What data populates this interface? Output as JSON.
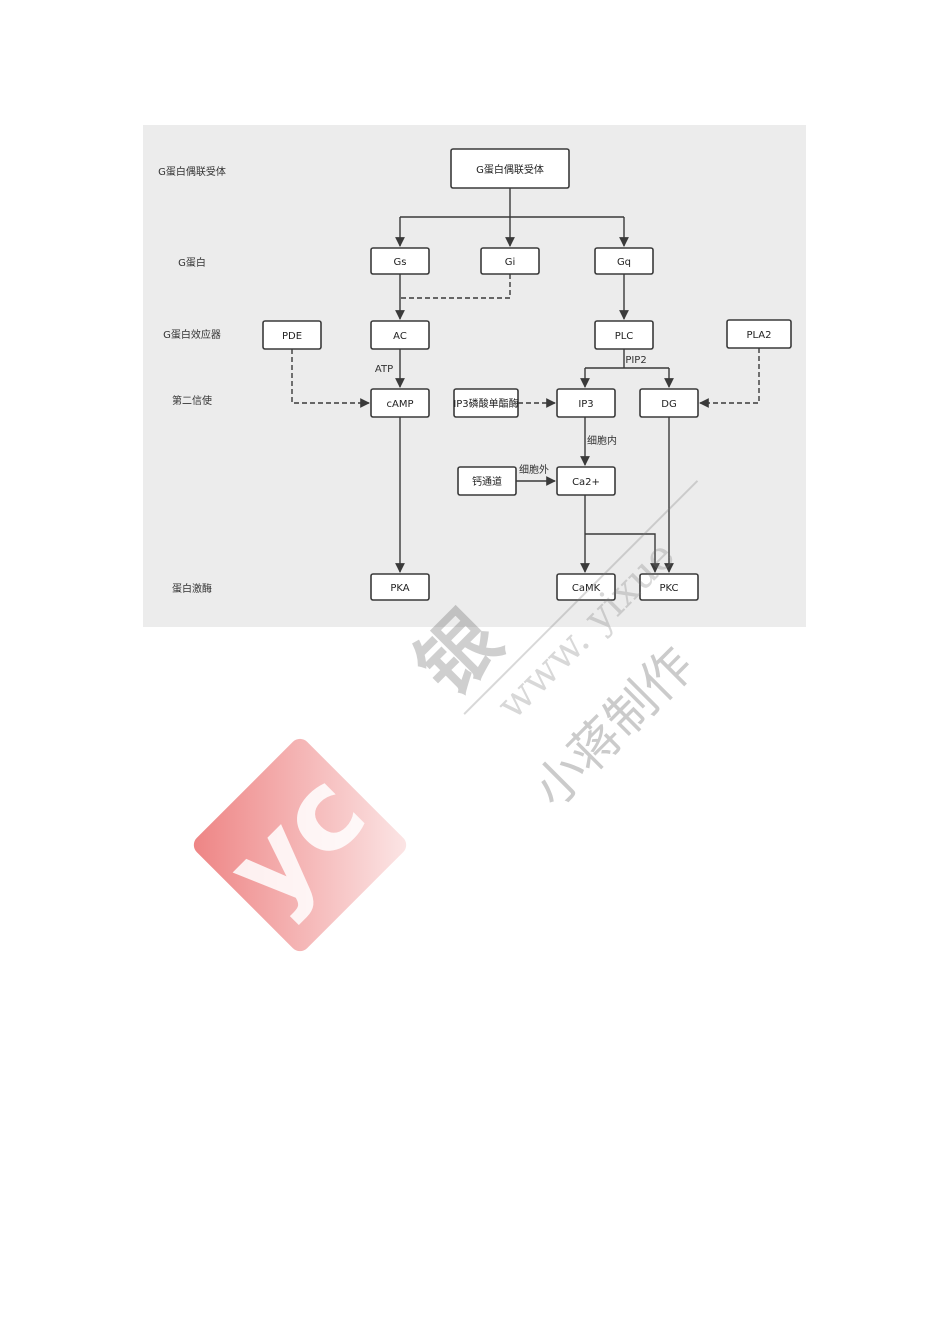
{
  "row_labels": {
    "receptor": "G蛋白偶联受体",
    "gprotein": "G蛋白",
    "effector": "G蛋白效应器",
    "second_messenger": "第二信使",
    "kinase": "蛋白激酶"
  },
  "nodes": {
    "gpcr": "G蛋白偶联受体",
    "gs": "Gs",
    "gi": "Gi",
    "gq": "Gq",
    "pde": "PDE",
    "ac": "AC",
    "plc": "PLC",
    "pla2": "PLA2",
    "camp": "cAMP",
    "ip3_phosphatase": "IP3磷酸单酯酶",
    "ip3": "IP3",
    "dg": "DG",
    "ca_channel": "钙通道",
    "ca2": "Ca2+",
    "pka": "PKA",
    "camk": "CaMK",
    "pkc": "PKC"
  },
  "edge_labels": {
    "atp": "ATP",
    "pip2": "PIP2",
    "intracellular": "细胞内",
    "extracellular": "细胞外"
  },
  "watermark": {
    "site_text": "www. yixue",
    "brand_text": "银",
    "author_text": "小蒋制作",
    "logo_letters": "yc",
    "logo_color": "#e85a5a"
  }
}
